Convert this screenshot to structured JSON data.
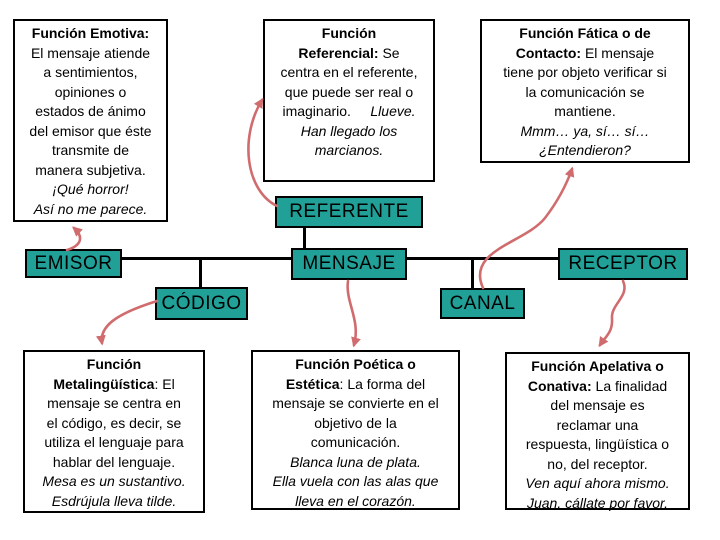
{
  "colors": {
    "node_fill": "#21A098",
    "arrow": "#D06C6E",
    "connector": "#000000",
    "border": "#000000",
    "background": "#FFFFFF"
  },
  "nodes": {
    "referente": {
      "label": "REFERENTE"
    },
    "emisor": {
      "label": "EMISOR"
    },
    "mensaje": {
      "label": "MENSAJE"
    },
    "receptor": {
      "label": "RECEPTOR"
    },
    "codigo": {
      "label": "CÓDIGO"
    },
    "canal": {
      "label": "CANAL"
    }
  },
  "boxes": {
    "emotiva": {
      "lines": [
        [
          {
            "t": "Función Emotiva:",
            "b": true
          }
        ],
        [
          {
            "t": "El mensaje atiende"
          }
        ],
        [
          {
            "t": "a sentimientos,"
          }
        ],
        [
          {
            "t": "opiniones o"
          }
        ],
        [
          {
            "t": "estados de ánimo"
          }
        ],
        [
          {
            "t": "del emisor que éste"
          }
        ],
        [
          {
            "t": "transmite de"
          }
        ],
        [
          {
            "t": "manera subjetiva."
          }
        ],
        [
          {
            "t": "¡Qué horror!",
            "i": true
          }
        ],
        [
          {
            "t": "Así no me parece.",
            "i": true
          }
        ]
      ]
    },
    "referencial": {
      "lines": [
        [
          {
            "t": "Función",
            "b": true
          }
        ],
        [
          {
            "t": "Referencial:",
            "b": true
          },
          {
            "t": " Se"
          }
        ],
        [
          {
            "t": "centra en el referente,"
          }
        ],
        [
          {
            "t": "que puede ser real o"
          }
        ],
        [
          {
            "t": "imaginario.     "
          },
          {
            "t": "Llueve.",
            "i": true
          }
        ],
        [
          {
            "t": "Han llegado los",
            "i": true
          }
        ],
        [
          {
            "t": "marcianos.",
            "i": true
          }
        ]
      ]
    },
    "fatica": {
      "lines": [
        [
          {
            "t": "Función Fática o de",
            "b": true
          }
        ],
        [
          {
            "t": "Contacto:",
            "b": true
          },
          {
            "t": " El mensaje"
          }
        ],
        [
          {
            "t": "tiene por objeto verificar si"
          }
        ],
        [
          {
            "t": "la comunicación se"
          }
        ],
        [
          {
            "t": "mantiene."
          }
        ],
        [
          {
            "t": "Mmm… ya, sí… sí…",
            "i": true
          }
        ],
        [
          {
            "t": "¿Entendieron?",
            "i": true
          }
        ]
      ]
    },
    "metalinguistica": {
      "lines": [
        [
          {
            "t": "Función",
            "b": true
          }
        ],
        [
          {
            "t": "Metalingüística",
            "b": true
          },
          {
            "t": ": El"
          }
        ],
        [
          {
            "t": "mensaje se centra en"
          }
        ],
        [
          {
            "t": "el código, es decir, se"
          }
        ],
        [
          {
            "t": "utiliza el lenguaje para"
          }
        ],
        [
          {
            "t": "hablar del lenguaje."
          }
        ],
        [
          {
            "t": "Mesa es un sustantivo.",
            "i": true
          }
        ],
        [
          {
            "t": "Esdrújula lleva tilde.",
            "i": true
          }
        ]
      ]
    },
    "poetica": {
      "lines": [
        [
          {
            "t": "Función Poética o",
            "b": true
          }
        ],
        [
          {
            "t": "Estética",
            "b": true
          },
          {
            "t": ": La forma del"
          }
        ],
        [
          {
            "t": "mensaje se convierte en el"
          }
        ],
        [
          {
            "t": "objetivo de la"
          }
        ],
        [
          {
            "t": "comunicación."
          }
        ],
        [
          {
            "t": "Blanca luna de plata.",
            "i": true
          }
        ],
        [
          {
            "t": "Ella vuela con las alas que",
            "i": true
          }
        ],
        [
          {
            "t": "lleva en el corazón.",
            "i": true
          }
        ]
      ]
    },
    "apelativa": {
      "lines": [
        [
          {
            "t": "Función Apelativa o",
            "b": true
          }
        ],
        [
          {
            "t": "Conativa:",
            "b": true
          },
          {
            "t": " La finalidad"
          }
        ],
        [
          {
            "t": "del mensaje es"
          }
        ],
        [
          {
            "t": "reclamar una"
          }
        ],
        [
          {
            "t": "respuesta, lingüística o"
          }
        ],
        [
          {
            "t": "no, del receptor."
          }
        ],
        [
          {
            "t": "Ven aquí ahora mismo.",
            "i": true
          }
        ],
        [
          {
            "t": "Juan, cállate por favor.",
            "i": true
          }
        ]
      ]
    }
  },
  "connections": [
    {
      "from": "emisor",
      "to": "emotiva"
    },
    {
      "from": "referente",
      "to": "referencial"
    },
    {
      "from": "canal",
      "to": "fatica"
    },
    {
      "from": "codigo",
      "to": "metalinguistica"
    },
    {
      "from": "mensaje",
      "to": "poetica"
    },
    {
      "from": "receptor",
      "to": "apelativa"
    }
  ]
}
